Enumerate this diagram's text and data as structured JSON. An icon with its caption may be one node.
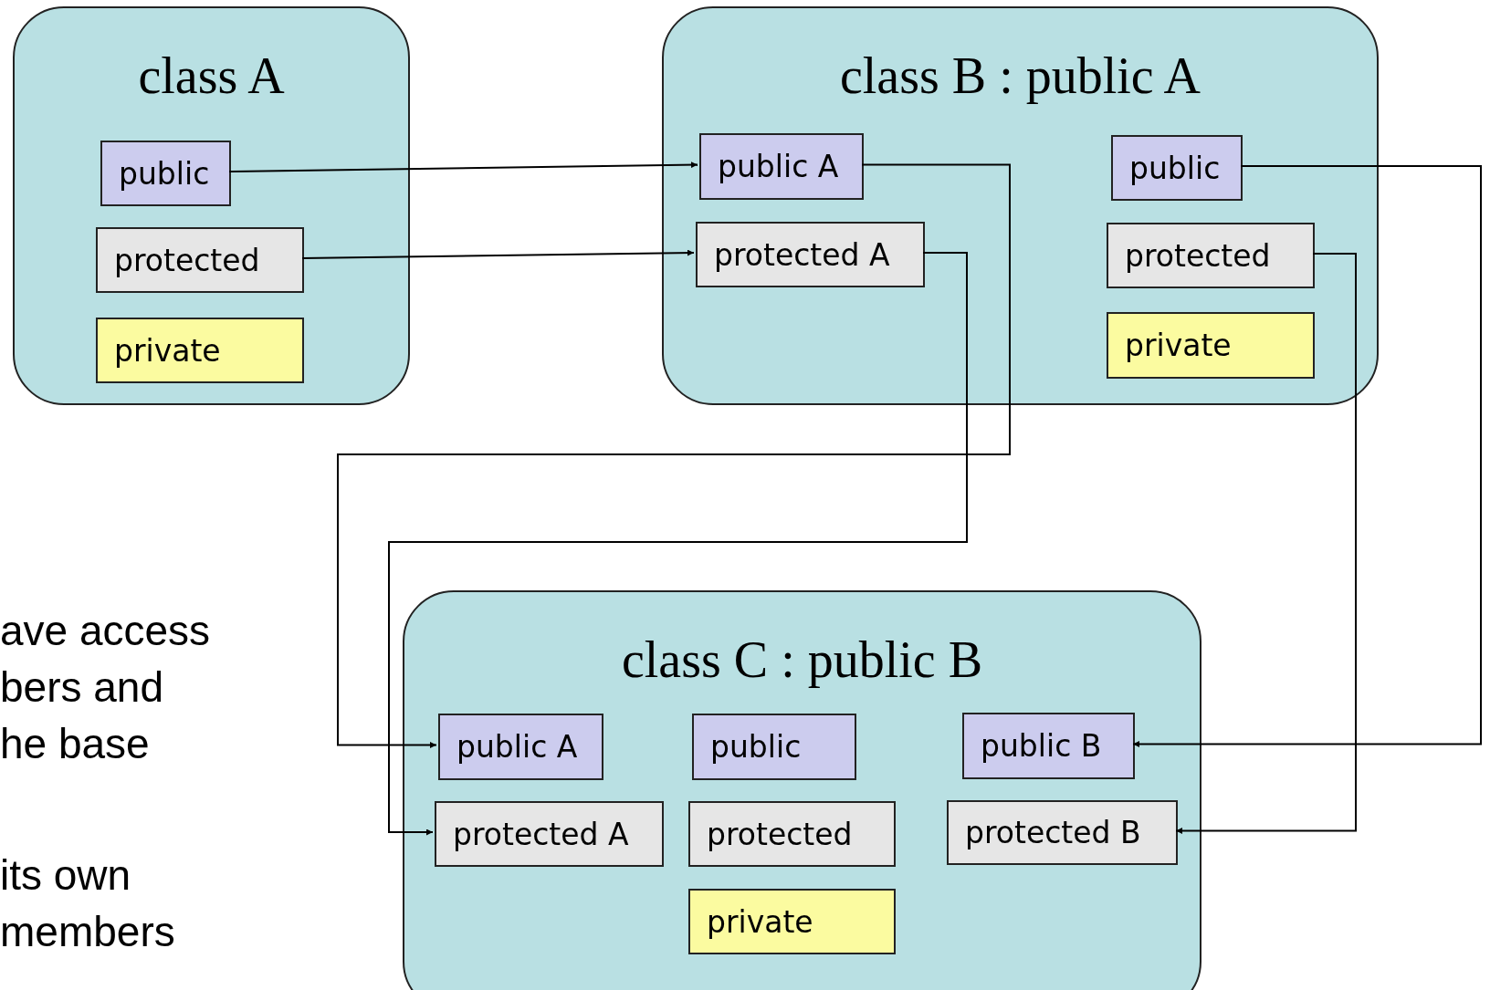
{
  "diagram": {
    "nodes": [
      {
        "text": [
          "class A"
        ]
      },
      {
        "text": [
          "public"
        ],
        "in": 0
      },
      {
        "text": [
          "protected"
        ],
        "in": 0
      },
      {
        "text": [
          "private"
        ],
        "in": 0
      },
      {
        "text": [
          "class B : public A"
        ]
      },
      {
        "text": [
          "public A"
        ],
        "in": 4
      },
      {
        "text": [
          "protected A"
        ],
        "in": 4
      },
      {
        "text": [
          "public"
        ],
        "in": 4
      },
      {
        "text": [
          "protected"
        ],
        "in": 4
      },
      {
        "text": [
          "private"
        ],
        "in": 4
      },
      {
        "text": [
          "class C : public B"
        ]
      },
      {
        "text": [
          "public A"
        ],
        "in": 10
      },
      {
        "text": [
          "public"
        ],
        "in": 10
      },
      {
        "text": [
          "public B"
        ],
        "in": 10
      },
      {
        "text": [
          "protected A"
        ],
        "in": 10
      },
      {
        "text": [
          "protected"
        ],
        "in": 10
      },
      {
        "text": [
          "protected B"
        ],
        "in": 10
      },
      {
        "text": [
          "private"
        ],
        "in": 10
      }
    ],
    "edges": [
      {
        "from": 1,
        "to": 5,
        "arrow": "to"
      },
      {
        "from": 2,
        "to": 6,
        "arrow": "to"
      },
      {
        "from": 5,
        "to": 11,
        "arrow": "to"
      },
      {
        "from": 6,
        "to": 14,
        "arrow": "to"
      },
      {
        "from": 7,
        "to": 13,
        "arrow": "to"
      },
      {
        "from": 8,
        "to": 16,
        "arrow": "to"
      }
    ],
    "labels": [
      "ave access",
      "bers and",
      "he base",
      "its own",
      "members"
    ]
  }
}
